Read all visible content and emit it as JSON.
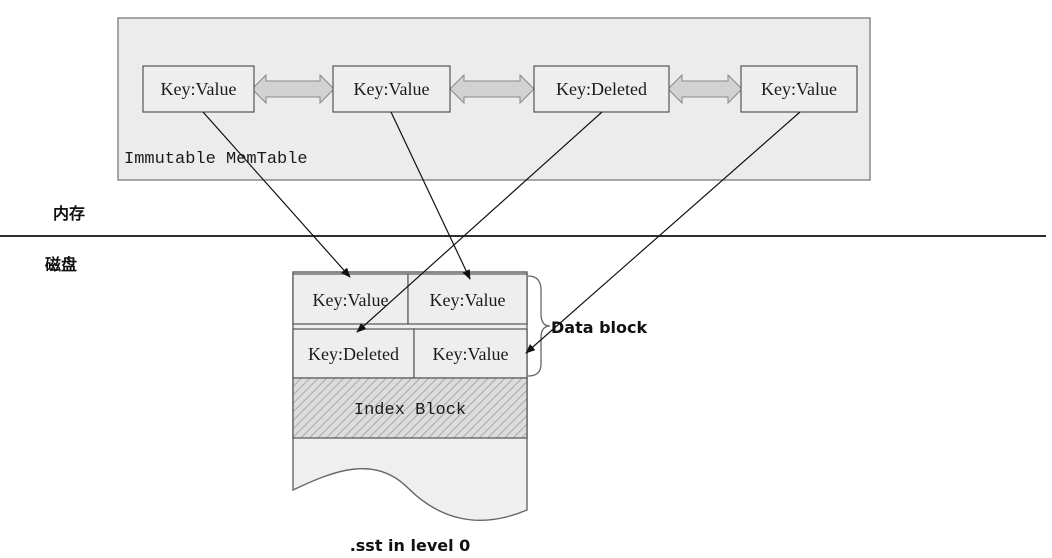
{
  "memtable": {
    "label": "Immutable MemTable",
    "entries": [
      "Key:Value",
      "Key:Value",
      "Key:Deleted",
      "Key:Value"
    ]
  },
  "memory_label": "内存",
  "disk_label": "磁盘",
  "sst": {
    "row1": [
      "Key:Value",
      "Key:Value"
    ],
    "row2": [
      "Key:Deleted",
      "Key:Value"
    ],
    "data_block_label": "Data block",
    "index_block_label": "Index Block",
    "caption": ".sst in level 0"
  },
  "colors": {
    "memtable_bg": "#ececec",
    "cell_bg": "#eeeeee",
    "border": "#555555",
    "line": "#111111"
  }
}
